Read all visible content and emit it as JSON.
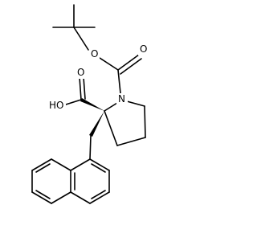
{
  "molecule": {
    "atom_labels": {
      "carbamate_oxygen": "O",
      "carbamate_carbonyl_oxygen": "O",
      "ring_nitrogen": "N",
      "acid_carbonyl_oxygen": "O",
      "hydroxyl": "HO"
    },
    "colors": {
      "bond": "#000000",
      "background": "#ffffff"
    }
  }
}
